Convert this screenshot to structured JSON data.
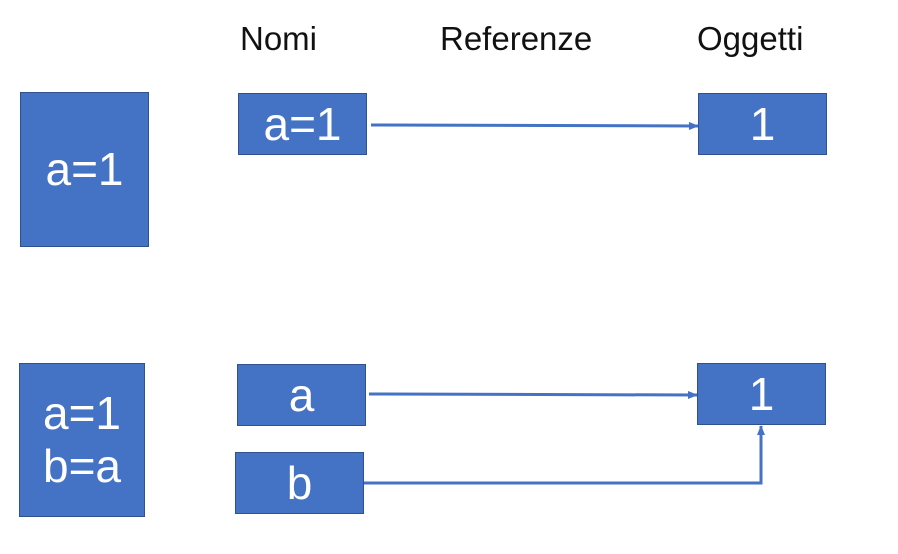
{
  "headers": {
    "names": "Nomi",
    "references": "Referenze",
    "objects": "Oggetti"
  },
  "row1": {
    "code": "a=1",
    "name": "a=1",
    "object": "1"
  },
  "row2": {
    "code_line1": "a=1",
    "code_line2": "b=a",
    "name_a": "a",
    "name_b": "b",
    "object": "1"
  },
  "colors": {
    "box_fill": "#4472C4",
    "box_border": "#2F528F",
    "arrow": "#4472C4",
    "text_on_box": "#ffffff"
  }
}
